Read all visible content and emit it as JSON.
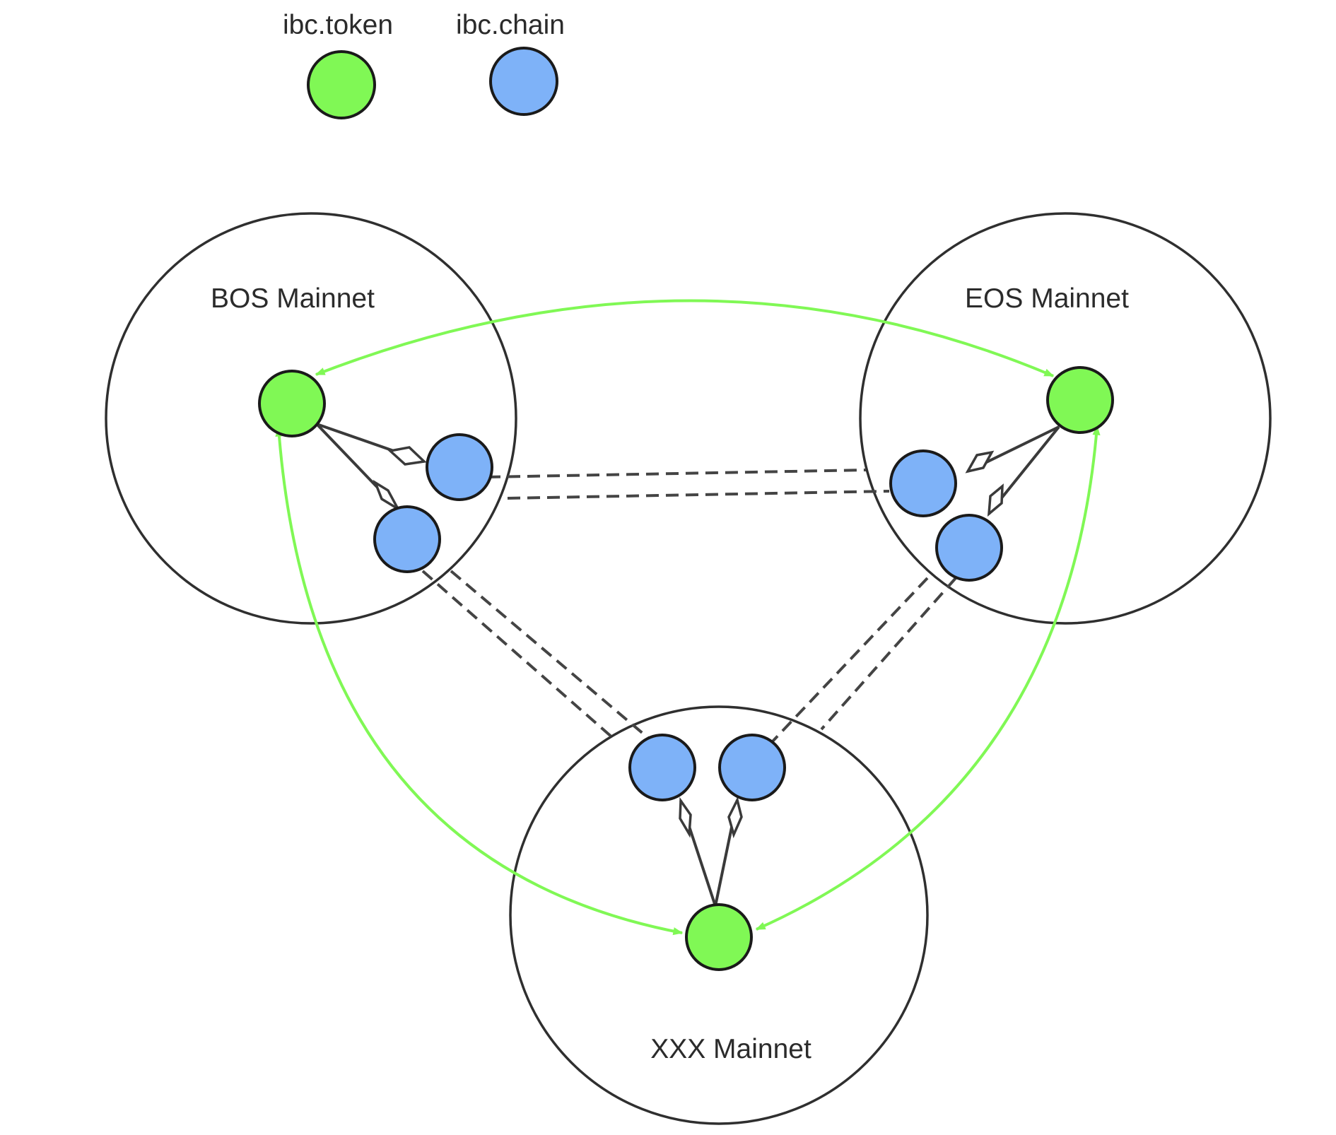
{
  "colors": {
    "token": "#80f855",
    "chain": "#7eb2f8",
    "transfer": "#80f855",
    "stroke": "#1a1a1a"
  },
  "legend": {
    "token_label": "ibc.token",
    "chain_label": "ibc.chain"
  },
  "networks": {
    "bos": {
      "name": "BOS Mainnet"
    },
    "eos": {
      "name": "EOS Mainnet"
    },
    "xxx": {
      "name": "XXX Mainnet"
    }
  }
}
